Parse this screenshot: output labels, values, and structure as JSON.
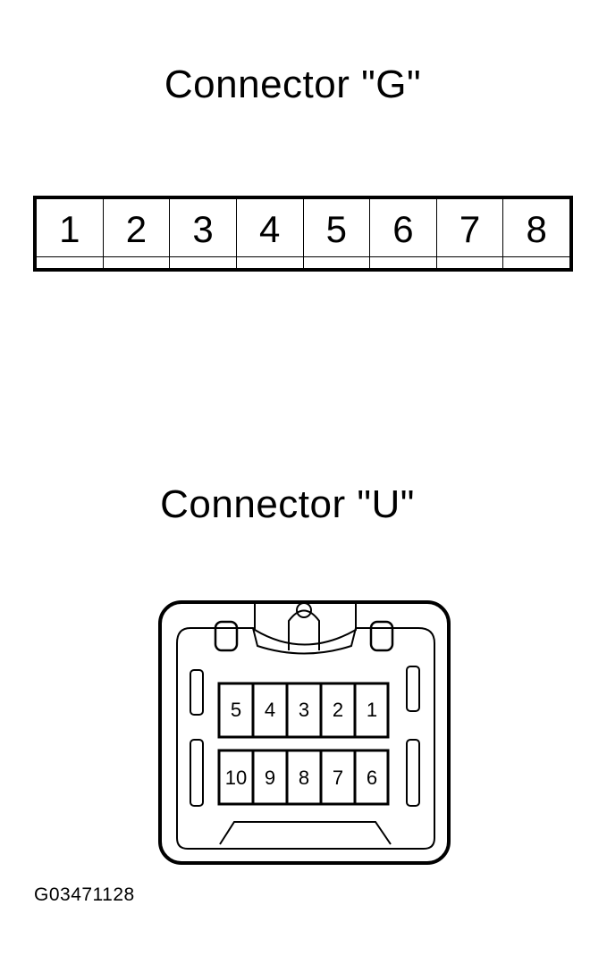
{
  "connector_g": {
    "title": "Connector \"G\"",
    "pins": [
      "1",
      "2",
      "3",
      "4",
      "5",
      "6",
      "7",
      "8"
    ]
  },
  "connector_u": {
    "title": "Connector \"U\"",
    "top_row": [
      "5",
      "4",
      "3",
      "2",
      "1"
    ],
    "bottom_row": [
      "10",
      "9",
      "8",
      "7",
      "6"
    ]
  },
  "figure_code": "G03471128"
}
